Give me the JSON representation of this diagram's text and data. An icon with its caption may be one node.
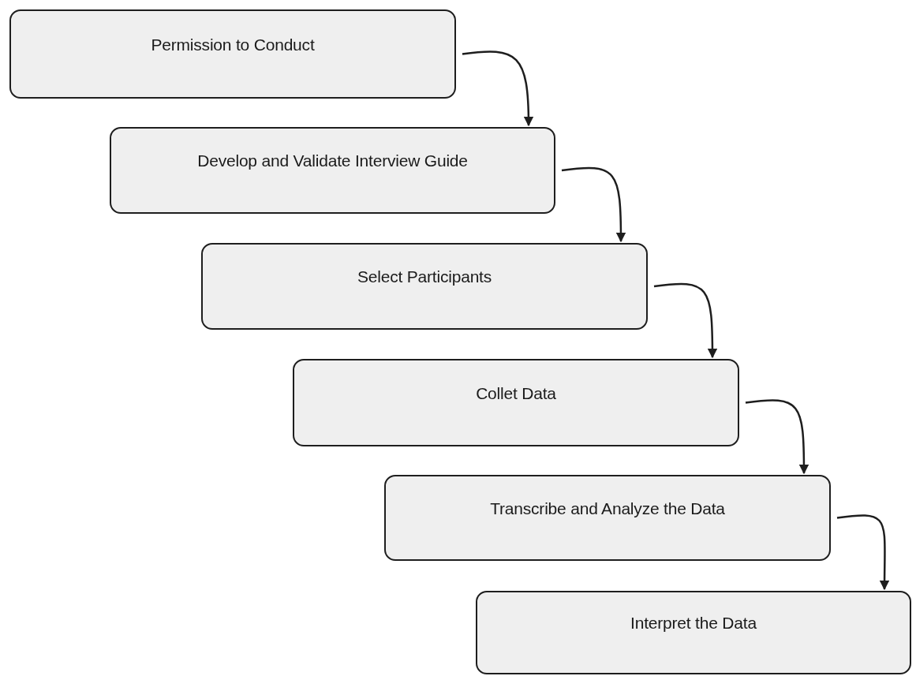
{
  "diagram": {
    "nodes": [
      {
        "text": [
          "Permission to Conduct"
        ]
      },
      {
        "text": [
          "Develop and Validate Interview Guide"
        ]
      },
      {
        "text": [
          "Select Participants"
        ]
      },
      {
        "text": [
          "Collet Data"
        ]
      },
      {
        "text": [
          "Transcribe and Analyze the Data"
        ]
      },
      {
        "text": [
          "Interpret the Data"
        ]
      }
    ],
    "edges": [
      {
        "from": 0,
        "to": 1,
        "arrow": "to"
      },
      {
        "from": 1,
        "to": 2,
        "arrow": "to"
      },
      {
        "from": 2,
        "to": 3,
        "arrow": "to"
      },
      {
        "from": 3,
        "to": 4,
        "arrow": "to"
      },
      {
        "from": 4,
        "to": 5,
        "arrow": "to"
      }
    ]
  }
}
